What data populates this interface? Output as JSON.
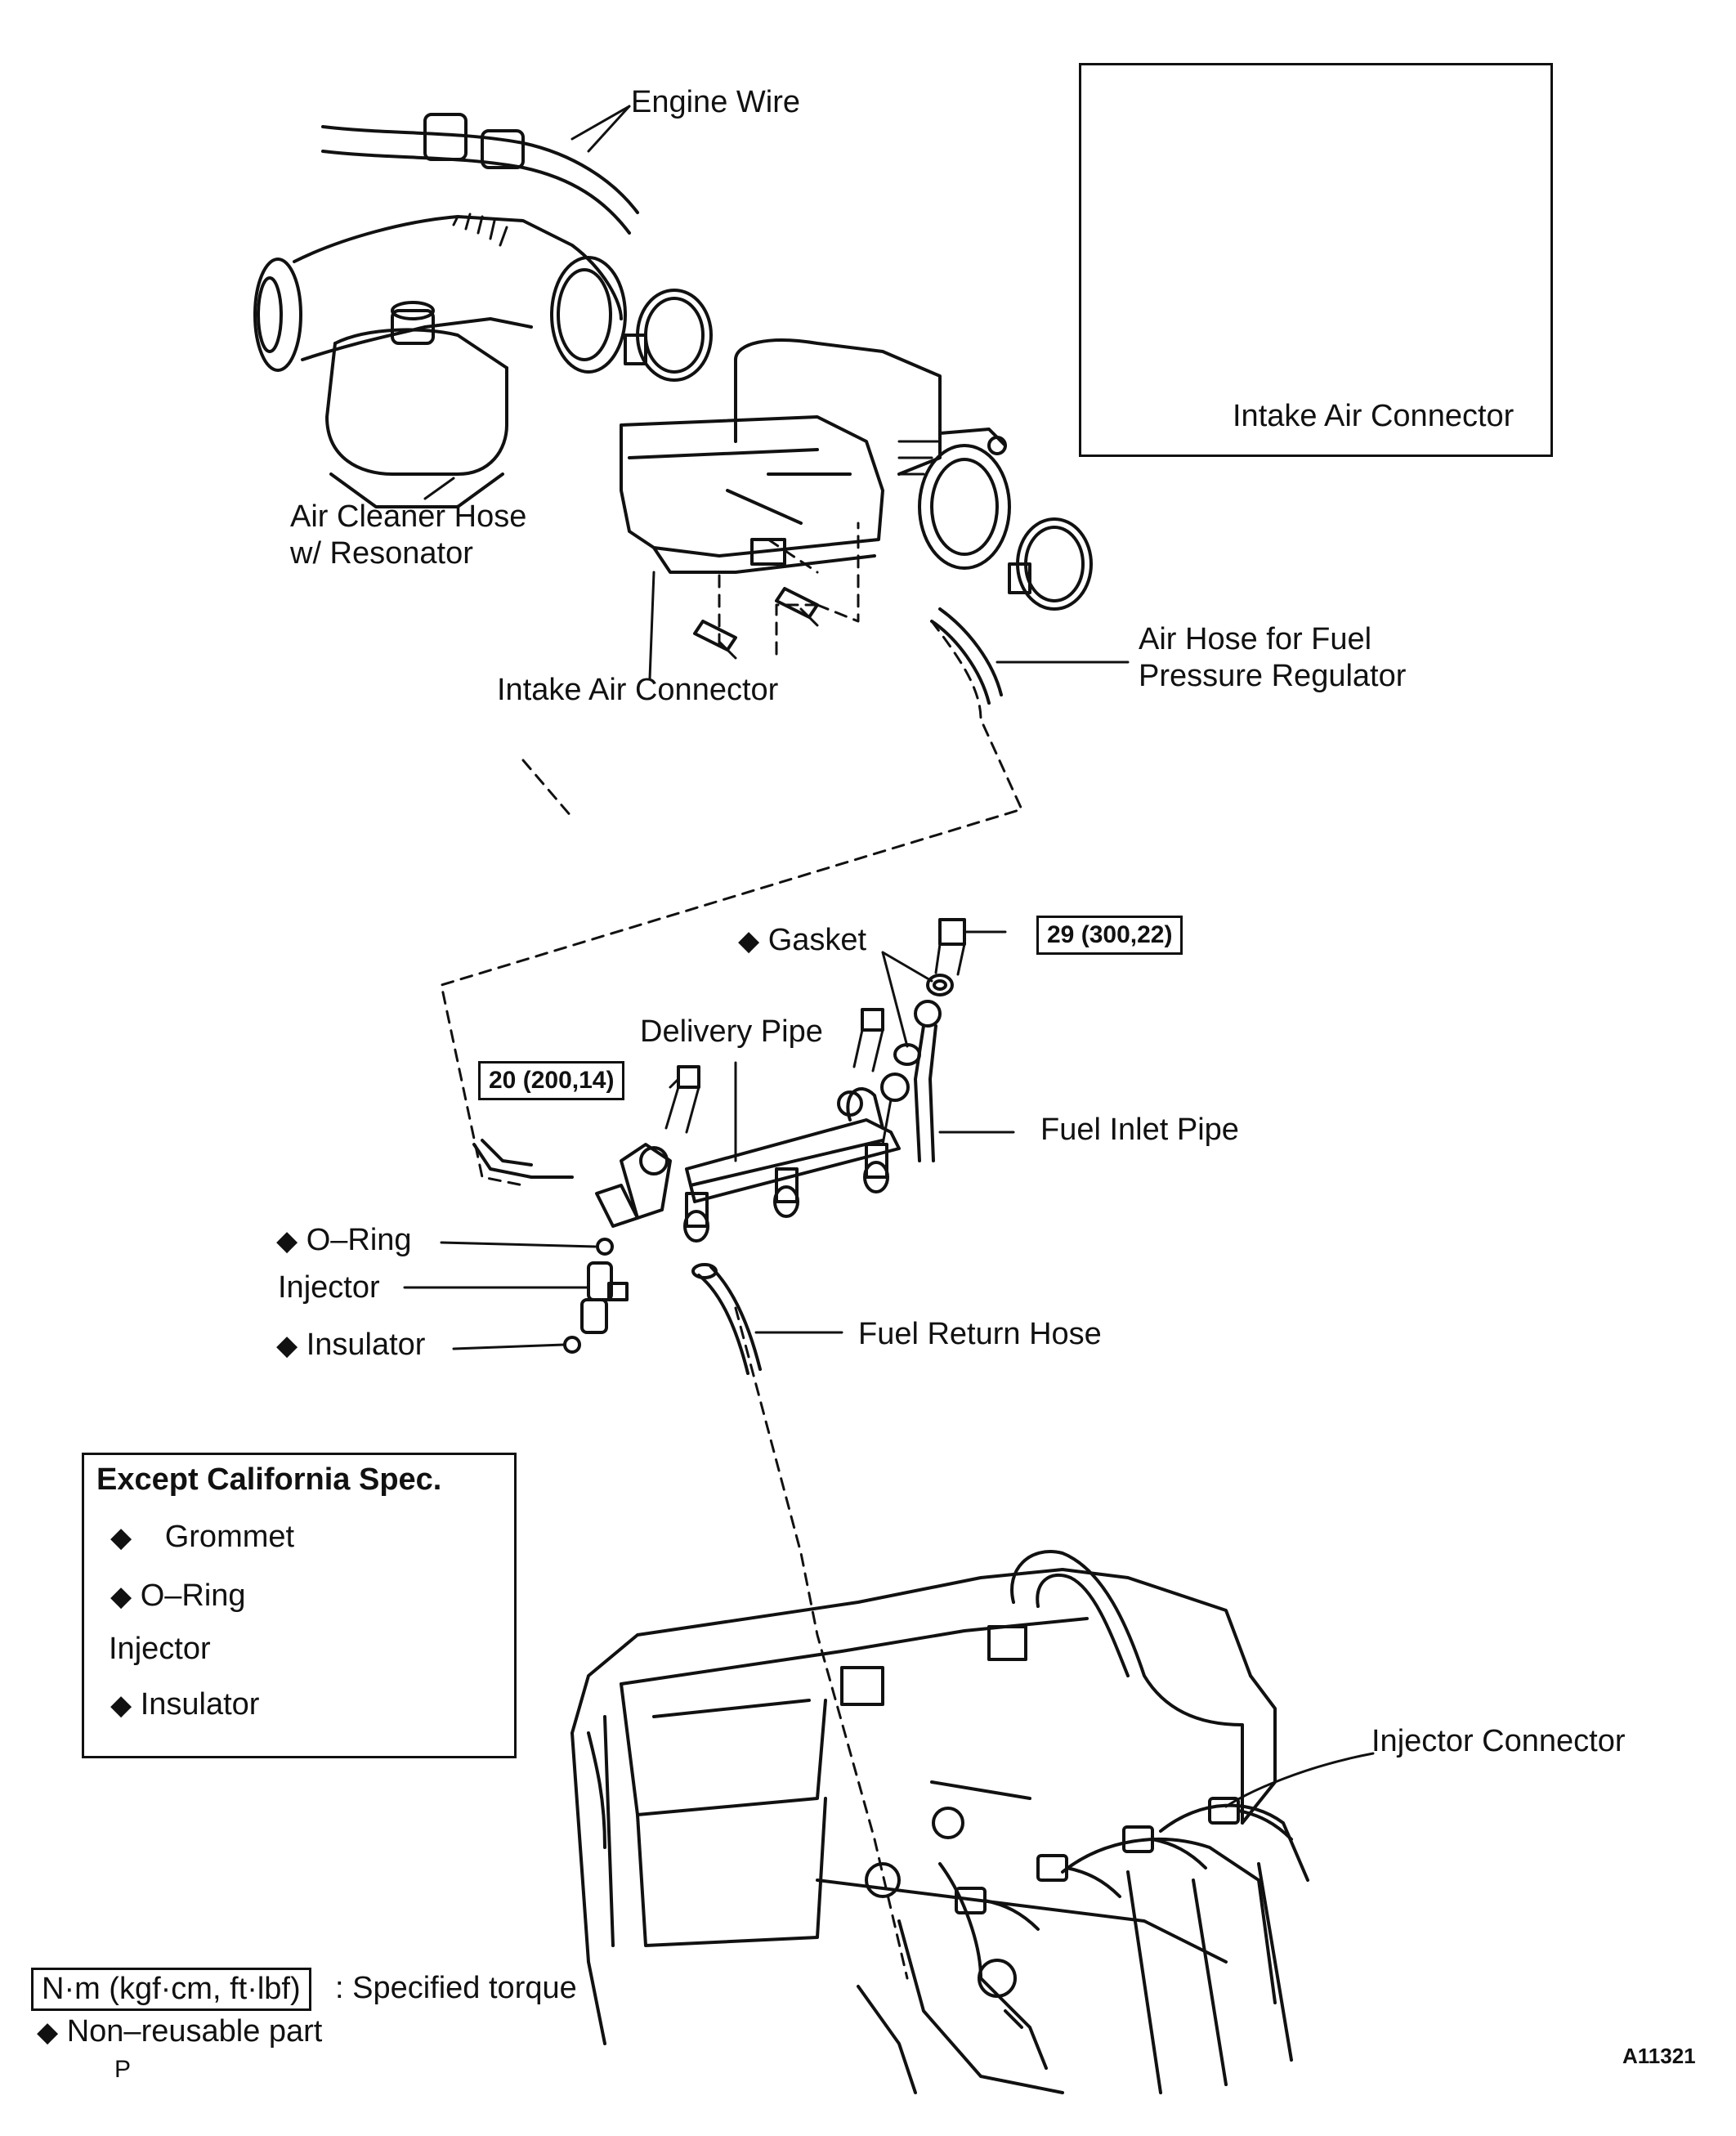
{
  "labels": {
    "engine_wire": "Engine Wire",
    "air_cleaner_hose_line1": "Air Cleaner Hose",
    "air_cleaner_hose_line2": "w/ Resonator",
    "intake_air_connector_main": "Intake Air Connector",
    "intake_air_connector_inset": "Intake Air Connector",
    "air_hose_line1": "Air Hose for Fuel",
    "air_hose_line2": "Pressure Regulator",
    "gasket": "Gasket",
    "delivery_pipe": "Delivery Pipe",
    "fuel_inlet_pipe": "Fuel Inlet Pipe",
    "o_ring": "O–Ring",
    "injector": "Injector",
    "insulator": "Insulator",
    "fuel_return_hose": "Fuel Return Hose",
    "injector_connector": "Injector Connector"
  },
  "torque": {
    "delivery_pipe_bolt": "20 (200,14)",
    "fuel_inlet_bolt": "29 (300,22)"
  },
  "california_inset": {
    "title": "Except California Spec.",
    "grommet": "Grommet",
    "o_ring": "O–Ring",
    "injector": "Injector",
    "insulator": "Insulator"
  },
  "legend": {
    "torque_unit": "N·m (kgf·cm, ft·lbf)",
    "torque_desc": ": Specified torque",
    "non_reusable": "Non–reusable part",
    "p_mark": "P"
  },
  "figure_code": "A11321",
  "symbols": {
    "non_reusable": "◆"
  },
  "colors": {
    "ink": "#111111",
    "paper": "#ffffff"
  }
}
